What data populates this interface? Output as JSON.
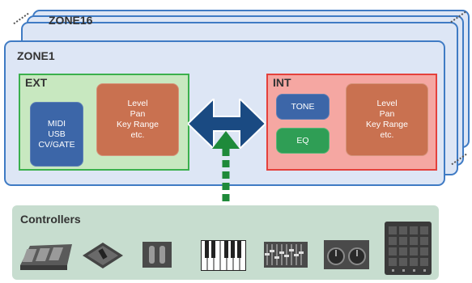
{
  "zones": {
    "back_title": "ZONE16",
    "front_title": "ZONE1"
  },
  "ext": {
    "title": "EXT",
    "source_box": [
      "MIDI",
      "USB",
      "CV/GATE"
    ],
    "params_box": [
      "Level",
      "Pan",
      "Key Range",
      "etc."
    ]
  },
  "int": {
    "title": "INT",
    "tone_label": "TONE",
    "eq_label": "EQ",
    "params_box": [
      "Level",
      "Pan",
      "Key Range",
      "etc."
    ]
  },
  "controllers": {
    "title": "Controllers",
    "icons": [
      "pedal-unit-icon",
      "pitch-bend-lever-icon",
      "wheels-icon",
      "keyboard-icon",
      "sliders-icon",
      "knobs-icon",
      "pad-grid-icon"
    ]
  },
  "colors": {
    "zone_border": "#3f7bc4",
    "zone_fill": "#dde6f5",
    "ext_border": "#3bb04d",
    "ext_fill": "#c8e8c0",
    "int_border": "#e4413c",
    "int_fill": "#f5a7a2",
    "source_box": "#3c66a8",
    "params_box": "#c97150",
    "tone_box": "#3c66a8",
    "eq_box": "#2f9e55",
    "arrow": "#1a4a82",
    "dotted_arrow": "#1e8a3a",
    "controllers_fill": "#c7ddcf"
  }
}
